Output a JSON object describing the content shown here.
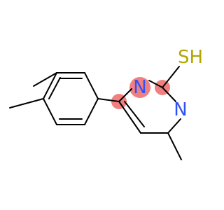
{
  "molecule": {
    "atoms": {
      "n_top": "N",
      "n_right": "N",
      "sh": "SH"
    },
    "colors": {
      "bond": "#000000",
      "nitrogen": "#3050F8",
      "sulfur": "#B2A500",
      "highlight": "#F08080"
    }
  }
}
